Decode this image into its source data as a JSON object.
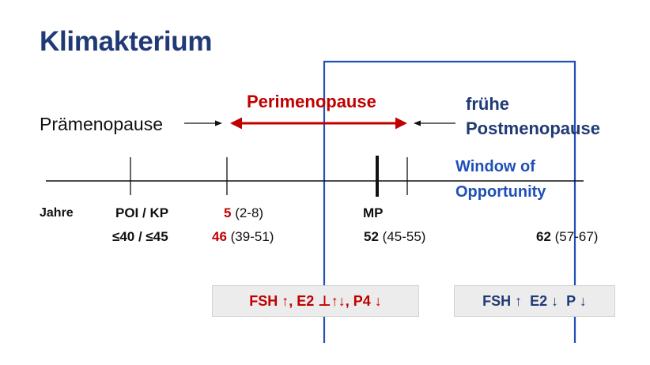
{
  "title": "Klimakterium",
  "phases": {
    "praemenopause": "Prämenopause",
    "perimenopause": "Perimenopause",
    "fruehe": "frühe",
    "postmenopause": "Postmenopause"
  },
  "window": {
    "line1": "Window of",
    "line2": "Opportunity"
  },
  "axis_label": "Jahre",
  "markers": {
    "poi_label": "POI / KP",
    "poi_age": "≤40 / ≤45",
    "peri_duration": "5",
    "peri_duration_range": " (2-8)",
    "peri_age": "46",
    "peri_age_range": " (39-51)",
    "mp_label": "MP",
    "mp_age": "52",
    "mp_age_range": " (45-55)",
    "post_age": "62",
    "post_age_range": " (57-67)"
  },
  "hormones": {
    "peri": "FSH ↑, E2 ⊥↑↓, P4 ↓",
    "post": "FSH ↑  E2 ↓  P ↓"
  },
  "colors": {
    "title": "#1f3a75",
    "red": "#c00000",
    "navy": "#1f3a75",
    "blue": "#1f4fb8",
    "line": "#111111"
  }
}
